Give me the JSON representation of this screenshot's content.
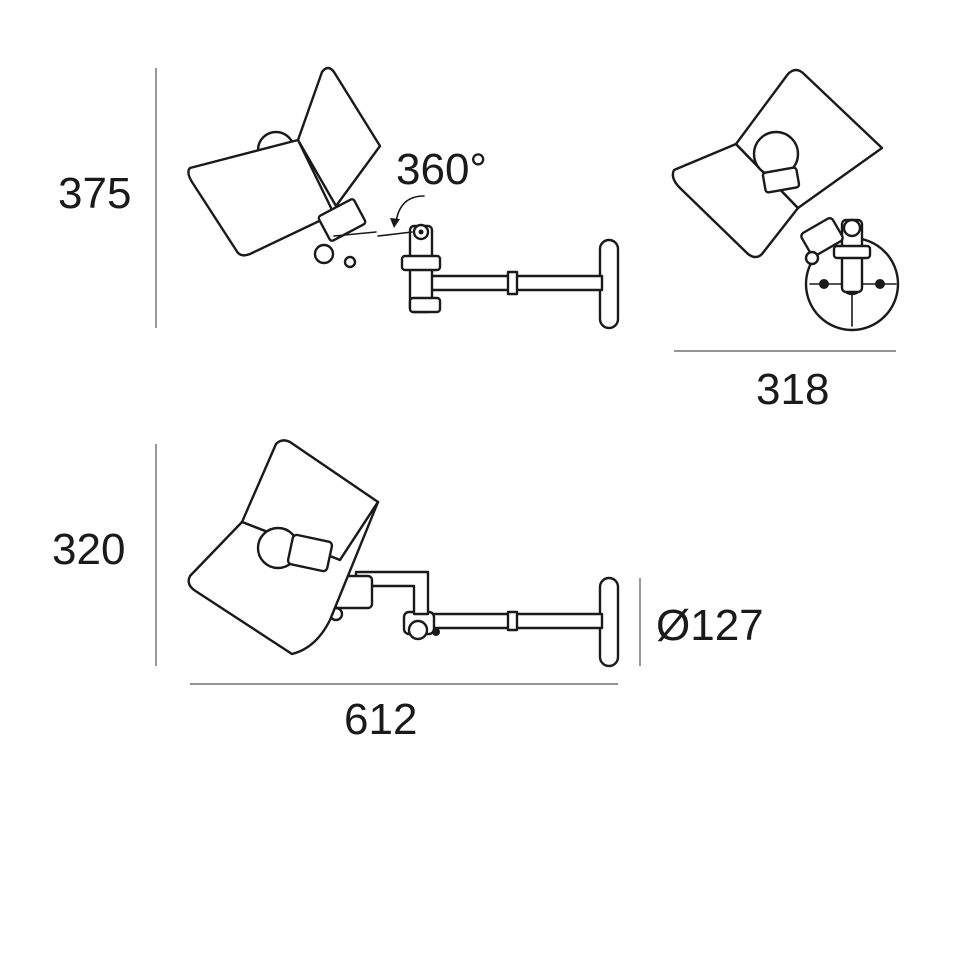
{
  "dimensions": {
    "top_view_height": "375",
    "rotation": "360°",
    "front_view_width": "318",
    "side_view_height": "320",
    "side_view_width": "612",
    "base_diameter": "Ø127"
  },
  "colors": {
    "line": "#1a1a1a",
    "dimension_line": "#555555",
    "background": "#ffffff"
  }
}
